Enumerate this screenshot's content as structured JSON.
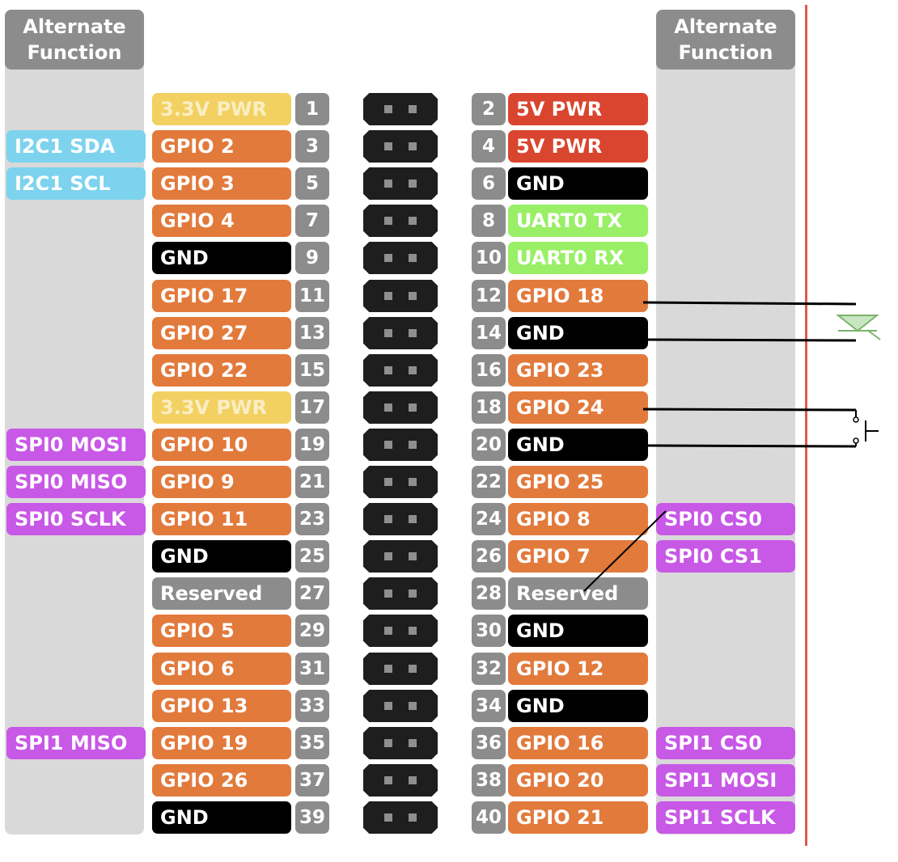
{
  "header": {
    "left": "Alternate\nFunction",
    "right": "Alternate\nFunction"
  },
  "colors": {
    "pwr33": "#f2d162",
    "pwr5": "#d9452e",
    "gnd": "#000000",
    "gpio": "#e27a3c",
    "uart": "#99ef66",
    "reserved": "#8c8c8c",
    "i2c": "#7dd3ee",
    "spi": "#c858e6",
    "pin_num": "#8c8c8c",
    "header": "#1e1e1e"
  },
  "rows": [
    {
      "left": {
        "num": "1",
        "label": "3.3V PWR",
        "type": "pwr33"
      },
      "right": {
        "num": "2",
        "label": "5V PWR",
        "type": "pwr5"
      }
    },
    {
      "left_alt": {
        "label": "I2C1 SDA",
        "type": "i2c"
      },
      "left": {
        "num": "3",
        "label": "GPIO 2",
        "type": "gpio"
      },
      "right": {
        "num": "4",
        "label": "5V PWR",
        "type": "pwr5"
      }
    },
    {
      "left_alt": {
        "label": "I2C1 SCL",
        "type": "i2c"
      },
      "left": {
        "num": "5",
        "label": "GPIO 3",
        "type": "gpio"
      },
      "right": {
        "num": "6",
        "label": "GND",
        "type": "gnd"
      }
    },
    {
      "left": {
        "num": "7",
        "label": "GPIO 4",
        "type": "gpio"
      },
      "right": {
        "num": "8",
        "label": "UART0 TX",
        "type": "uart"
      }
    },
    {
      "left": {
        "num": "9",
        "label": "GND",
        "type": "gnd"
      },
      "right": {
        "num": "10",
        "label": "UART0 RX",
        "type": "uart"
      }
    },
    {
      "left": {
        "num": "11",
        "label": "GPIO 17",
        "type": "gpio"
      },
      "right": {
        "num": "12",
        "label": "GPIO 18",
        "type": "gpio"
      }
    },
    {
      "left": {
        "num": "13",
        "label": "GPIO 27",
        "type": "gpio"
      },
      "right": {
        "num": "14",
        "label": "GND",
        "type": "gnd"
      }
    },
    {
      "left": {
        "num": "15",
        "label": "GPIO 22",
        "type": "gpio"
      },
      "right": {
        "num": "16",
        "label": "GPIO 23",
        "type": "gpio"
      }
    },
    {
      "left": {
        "num": "17",
        "label": "3.3V PWR",
        "type": "pwr33"
      },
      "right": {
        "num": "18",
        "label": "GPIO 24",
        "type": "gpio"
      }
    },
    {
      "left_alt": {
        "label": "SPI0 MOSI",
        "type": "spi"
      },
      "left": {
        "num": "19",
        "label": "GPIO 10",
        "type": "gpio"
      },
      "right": {
        "num": "20",
        "label": "GND",
        "type": "gnd"
      }
    },
    {
      "left_alt": {
        "label": "SPI0 MISO",
        "type": "spi"
      },
      "left": {
        "num": "21",
        "label": "GPIO 9",
        "type": "gpio"
      },
      "right": {
        "num": "22",
        "label": "GPIO 25",
        "type": "gpio"
      }
    },
    {
      "left_alt": {
        "label": "SPI0 SCLK",
        "type": "spi"
      },
      "left": {
        "num": "23",
        "label": "GPIO 11",
        "type": "gpio"
      },
      "right": {
        "num": "24",
        "label": "GPIO 8",
        "type": "gpio"
      },
      "right_alt": {
        "label": "SPI0 CS0",
        "type": "spi"
      }
    },
    {
      "left": {
        "num": "25",
        "label": "GND",
        "type": "gnd"
      },
      "right": {
        "num": "26",
        "label": "GPIO 7",
        "type": "gpio"
      },
      "right_alt": {
        "label": "SPI0 CS1",
        "type": "spi"
      }
    },
    {
      "left": {
        "num": "27",
        "label": "Reserved",
        "type": "reserved"
      },
      "right": {
        "num": "28",
        "label": "Reserved",
        "type": "reserved"
      }
    },
    {
      "left": {
        "num": "29",
        "label": "GPIO 5",
        "type": "gpio"
      },
      "right": {
        "num": "30",
        "label": "GND",
        "type": "gnd"
      }
    },
    {
      "left": {
        "num": "31",
        "label": "GPIO 6",
        "type": "gpio"
      },
      "right": {
        "num": "32",
        "label": "GPIO 12",
        "type": "gpio"
      }
    },
    {
      "left": {
        "num": "33",
        "label": "GPIO 13",
        "type": "gpio"
      },
      "right": {
        "num": "34",
        "label": "GND",
        "type": "gnd"
      }
    },
    {
      "left_alt": {
        "label": "SPI1 MISO",
        "type": "spi"
      },
      "left": {
        "num": "35",
        "label": "GPIO 19",
        "type": "gpio"
      },
      "right": {
        "num": "36",
        "label": "GPIO 16",
        "type": "gpio"
      },
      "right_alt": {
        "label": "SPI1 CS0",
        "type": "spi"
      }
    },
    {
      "left": {
        "num": "37",
        "label": "GPIO 26",
        "type": "gpio"
      },
      "right": {
        "num": "38",
        "label": "GPIO 20",
        "type": "gpio"
      },
      "right_alt": {
        "label": "SPI1 MOSI",
        "type": "spi"
      }
    },
    {
      "left": {
        "num": "39",
        "label": "GND",
        "type": "gnd"
      },
      "right": {
        "num": "40",
        "label": "GPIO 21",
        "type": "gpio"
      },
      "right_alt": {
        "label": "SPI1 SCLK",
        "type": "spi"
      }
    }
  ]
}
